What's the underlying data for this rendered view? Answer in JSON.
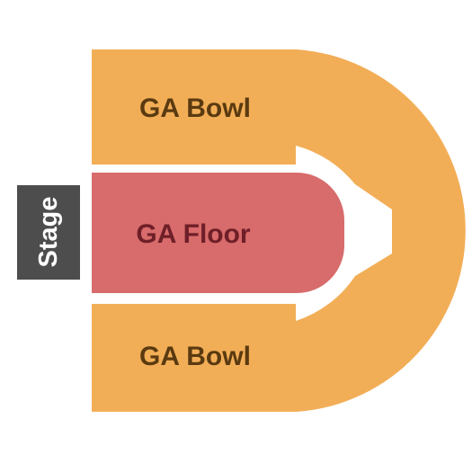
{
  "venue_map": {
    "colors": {
      "bowl": "#f2ae57",
      "floor": "#d86b6b",
      "stage": "#4d4d4d",
      "bowl_label": "#5a3a10",
      "floor_label": "#6e1f28",
      "stage_label": "#ffffff",
      "background": "#ffffff"
    },
    "stage": {
      "label": "Stage"
    },
    "sections": {
      "ga_bowl_upper": {
        "label": "GA Bowl"
      },
      "ga_floor": {
        "label": "GA Floor"
      },
      "ga_bowl_lower": {
        "label": "GA Bowl"
      }
    }
  }
}
